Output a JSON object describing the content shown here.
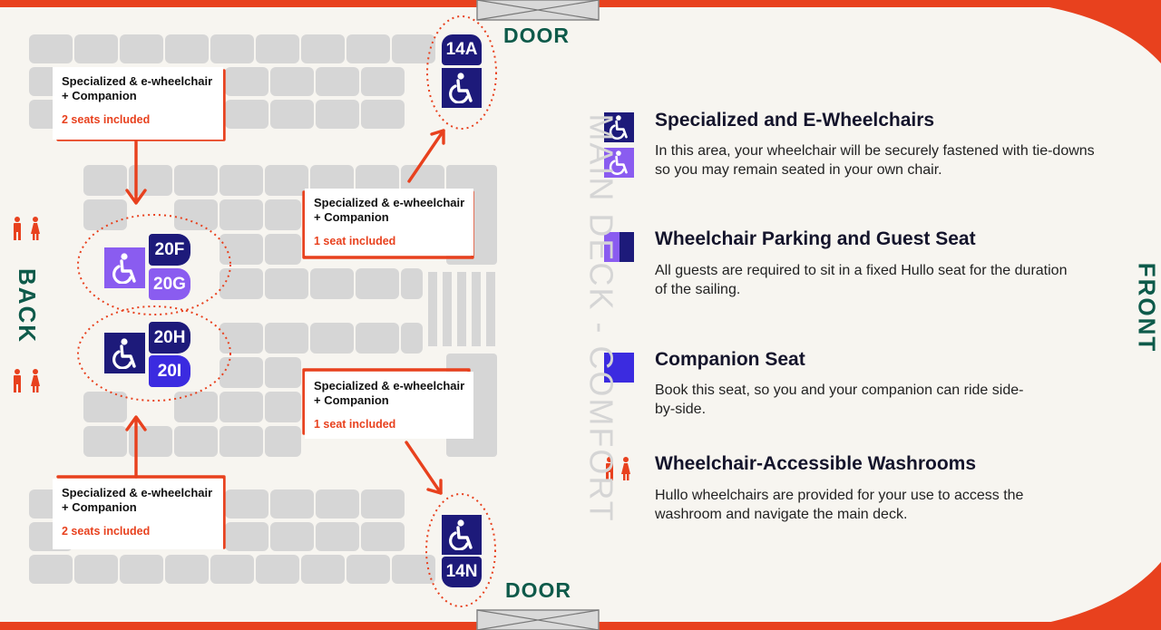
{
  "labels": {
    "door_top": "DOOR",
    "door_bottom": "DOOR",
    "back": "BACK",
    "front": "FRONT",
    "deck_name": "MAIN DECK - COMFORT"
  },
  "seats": {
    "s14a": "14A",
    "s20f": "20F",
    "s20g": "20G",
    "s20h": "20H",
    "s20i": "20I",
    "s14n": "14N"
  },
  "callouts": {
    "top_left": {
      "line1": "Specialized & e-wheelchair",
      "line2": "+ Companion",
      "note": "2 seats included"
    },
    "mid_upper": {
      "line1": "Specialized & e-wheelchair",
      "line2": "+ Companion",
      "note": "1 seat included"
    },
    "mid_lower": {
      "line1": "Specialized & e-wheelchair",
      "line2": "+ Companion",
      "note": "1 seat included"
    },
    "bottom_left": {
      "line1": "Specialized & e-wheelchair",
      "line2": "+ Companion",
      "note": "2 seats included"
    }
  },
  "legend": [
    {
      "title": "Specialized and E-Wheelchairs",
      "desc": "In this area, your wheelchair will be securely fastened with tie-downs so you may remain seated in your own chair."
    },
    {
      "title": "Wheelchair Parking and Guest Seat",
      "desc": "All guests are required to sit in a fixed Hullo seat for the duration of the sailing."
    },
    {
      "title": "Companion Seat",
      "desc": "Book this seat, so you and your companion can ride side-by-side."
    },
    {
      "title": "Wheelchair-Accessible Washrooms",
      "desc": "Hullo wheelchairs are provided for your use to access the washroom and navigate the main deck."
    }
  ],
  "colors": {
    "accent_orange": "#e8411e",
    "navy": "#1d1a7a",
    "purple": "#8a5cf0",
    "companion_blue": "#3b2be0",
    "seat_gray": "#d6d6d6",
    "text_green": "#0e5a4a"
  },
  "icons": [
    "wheelchair-icon",
    "washroom-icon"
  ]
}
